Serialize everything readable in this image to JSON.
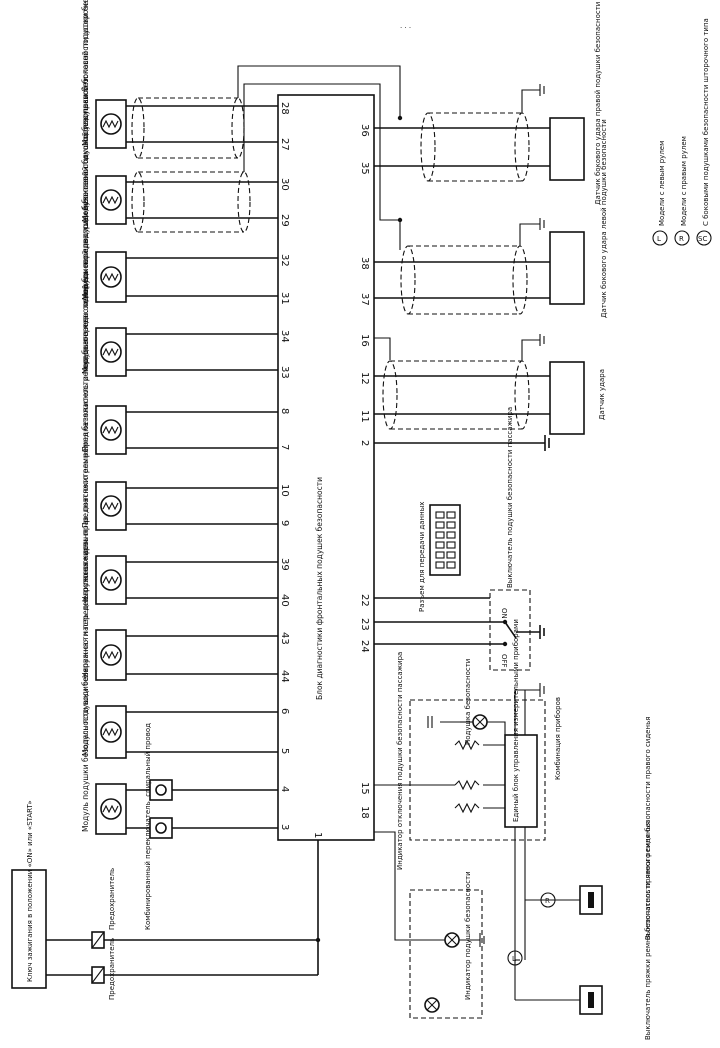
{
  "header": {
    "mark": "· · ·"
  },
  "ignition": {
    "label": "Ключ зажигания в положении «ON» или «START»"
  },
  "fuses": [
    {
      "label": "Предохранитель"
    },
    {
      "label": "Предохранитель"
    }
  ],
  "ecu": {
    "label": "Блок диагностики фронтальных подушек безопасности"
  },
  "modules": [
    {
      "label": "Модуль правой боковой подушки безопасности шторочного типа",
      "pins": [
        "28",
        "27"
      ]
    },
    {
      "label": "Модуль левой боковой подушки безопасности шторочного типа",
      "pins": [
        "30",
        "29"
      ]
    },
    {
      "label": "Модуль передн. правой боковой подушки безопасности",
      "pins": [
        "32",
        "31"
      ]
    },
    {
      "label": "Модуль передн. левой боковой подушки безопасности",
      "pins": [
        "34",
        "33"
      ]
    },
    {
      "label": "Преднатяжитель ремня безопасности переднего прав. сиденья",
      "pins": [
        "8",
        "7"
      ]
    },
    {
      "label": "Преднатяжитель ремня безопасности переднего лев. сиденья",
      "pins": [
        "10",
        "9"
      ]
    },
    {
      "label": "Наружная часть прав. поясного ремня",
      "pins": [
        "39",
        "40"
      ]
    },
    {
      "label": "Наружная часть лев. поясного ремня",
      "pins": [
        "43",
        "44"
      ]
    },
    {
      "label": "Модуль подушки безопасности переднего пассажира",
      "pins": [
        "6",
        "5"
      ]
    },
    {
      "label": "Модуль подушки безопасности водителя",
      "pins": [
        "4",
        "3"
      ]
    }
  ],
  "clock_spring": {
    "label": "Комбинированный переключатель, спиральный провод"
  },
  "sensors": [
    {
      "label": "Датчик бокового удара правой подушки безопасности",
      "pins": [
        "36",
        "35"
      ]
    },
    {
      "label": "Датчик бокового удара левой подушки безопасности",
      "pins": [
        "38",
        "37"
      ]
    },
    {
      "label": "Датчик удара",
      "pins": [
        "16",
        "12",
        "11"
      ]
    }
  ],
  "ground_pin": "2",
  "pin1": "1",
  "instrument_pins": [
    "18",
    "15"
  ],
  "switch_pins": [
    "22",
    "23",
    "24"
  ],
  "data_connector": {
    "label": "Разъем для передачи данных"
  },
  "passenger_switch": {
    "label": "Выключатель подушки безопасности пассажира",
    "on": "ON",
    "off": "OFF"
  },
  "cluster": {
    "label": "Комбинация приборов",
    "unit": "Единый блок управления измерительными приборами",
    "bulb": "Подушка безопасности"
  },
  "indicator_off": {
    "label": "Индикатор отключения подушки безопасности пассажира"
  },
  "indicator_warn": {
    "label": "Индикатор подушки безопасности"
  },
  "belt_switches": [
    {
      "label": "Выключатель пряжки ремня безопасности левого сиденья",
      "tag": "L"
    },
    {
      "label": "Выключатель пряжки ремня безопасности правого сиденья",
      "tag": "R"
    }
  ],
  "legend": [
    {
      "sym": "L",
      "text": "Модели с левым рулем"
    },
    {
      "sym": "R",
      "text": "Модели с правым рулем"
    },
    {
      "sym": "SC",
      "text": "С боковыми подушками безопасности шторочного типа"
    }
  ]
}
